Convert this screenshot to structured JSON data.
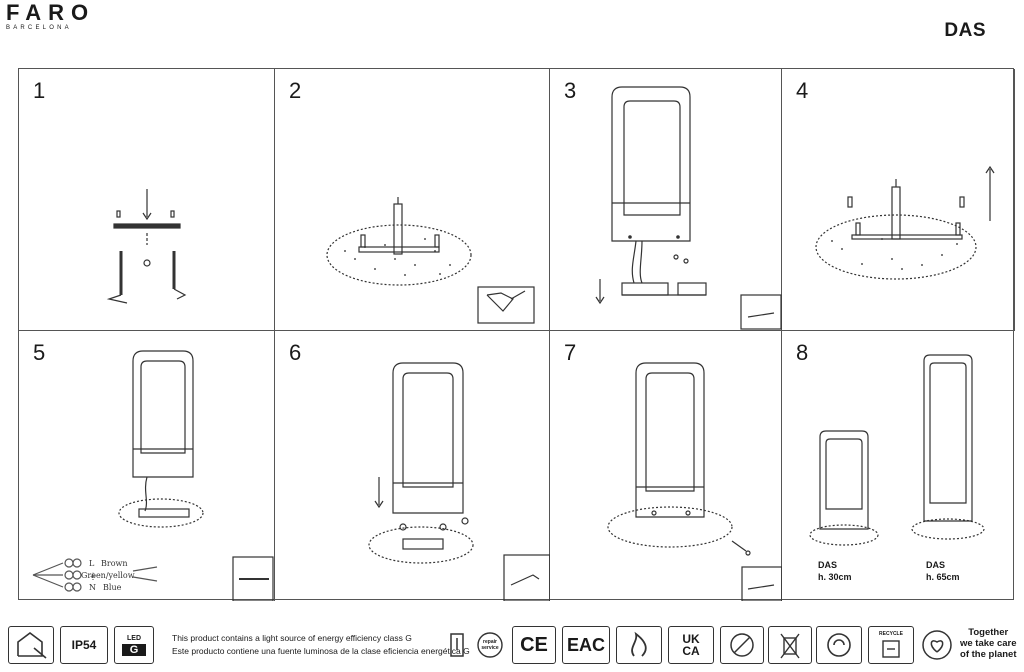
{
  "brand": {
    "name": "FARO",
    "sub": "BARCELONA"
  },
  "model": "DAS",
  "steps": [
    {
      "num": "1"
    },
    {
      "num": "2"
    },
    {
      "num": "3"
    },
    {
      "num": "4"
    },
    {
      "num": "5"
    },
    {
      "num": "6"
    },
    {
      "num": "7"
    },
    {
      "num": "8"
    }
  ],
  "wiring": {
    "terminals": [
      "L",
      "⏚",
      "N"
    ],
    "colors": [
      "Brown",
      "Green/yellow",
      "Blue"
    ]
  },
  "sizes": [
    {
      "name": "DAS",
      "height": "h. 30cm"
    },
    {
      "name": "DAS",
      "height": "h. 65cm"
    }
  ],
  "footer": {
    "ip": "IP54",
    "led_label": "LED",
    "led_class": "G",
    "energy_en": "This product contains a light source of energy efficiency class G",
    "energy_es": "Este producto contiene una fuente luminosa de la clase eficiencia energética G",
    "repair_label": "repair service",
    "ce": "CE",
    "eac": "EAC",
    "ukca_top": "UK",
    "ukca_bottom": "CA",
    "recycle_label": "RECYCLE",
    "together": [
      "Together",
      "we take care",
      "of the planet"
    ]
  },
  "colors": {
    "line": "#333333",
    "led_fill": "#1a1a1a"
  }
}
